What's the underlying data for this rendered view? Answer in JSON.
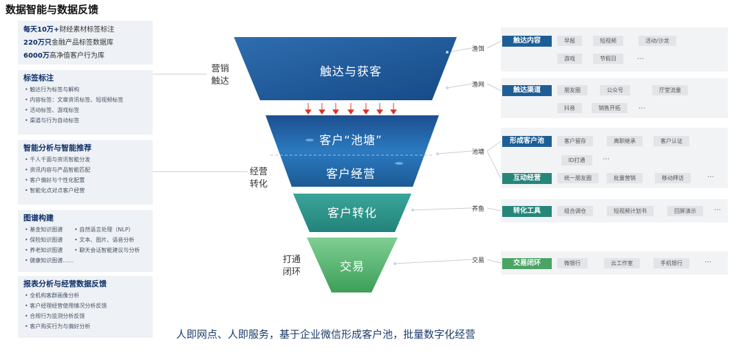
{
  "title": "数据智能与数据反馈",
  "left": {
    "stats": [
      {
        "bold": "每天10万+",
        "text": "财经素材标签标注"
      },
      {
        "bold": "220万只",
        "text": "金融产品标签数据库"
      },
      {
        "bold": "6000万",
        "text": "高净值客户行为库"
      }
    ],
    "sections": [
      {
        "title": "标签标注",
        "items": [
          "触达行为标签与解构",
          "内容标签：文章资讯标签、短视频标签",
          "活动标签、游戏标签",
          "渠道与行为自动标签"
        ]
      },
      {
        "title": "智能分析与智能推荐",
        "items": [
          "千人千面与资讯智能分发",
          "资讯内容与产品智能匹配",
          "客户偏好与个性化配置",
          "智能化点对点客户经营"
        ]
      },
      {
        "title": "图谱构建",
        "col1": [
          "基金知识图谱",
          "保险知识图谱",
          "养老知识图谱",
          "健康知识图谱……"
        ],
        "col2": [
          "自然语言处理（NLP）",
          "文本、图片、语音分析",
          "聊天会话智能建议与分析"
        ]
      },
      {
        "title": "报表分析与经营数据反馈",
        "items": [
          "全机构客群画像分析",
          "客户经理经营使用情况分析反馈",
          "合规行为监测分析反馈",
          "客户购买行为与偏好分析"
        ]
      }
    ]
  },
  "funnel": {
    "stages": [
      "触达与获客",
      "客户“池塘”",
      "客户经营",
      "客户转化",
      "交易"
    ],
    "phase_labels": [
      "营销\n触达",
      "经营\n转化",
      "打通\n闭环"
    ],
    "side_tags": [
      "渔饵",
      "渔网",
      "池塘",
      "养鱼",
      "交易"
    ]
  },
  "right": {
    "groups": [
      {
        "head": "触达内容",
        "chips": [
          "早报",
          "短视频",
          "活动/沙龙",
          "游戏",
          "节假日"
        ],
        "more": "…"
      },
      {
        "head": "触达渠道",
        "chips": [
          "朋友圈",
          "公众号",
          "厅堂流量",
          "抖音",
          "销售开拓"
        ],
        "more": "…"
      },
      {
        "head": "形成客户池",
        "chips": [
          "客户留存",
          "离职继承",
          "客户认证",
          "ID打通"
        ],
        "more": "…"
      },
      {
        "head": "互动经营",
        "chips": [
          "统一朋友圈",
          "批量营销",
          "移动拜访"
        ],
        "more": "…"
      },
      {
        "head": "转化工具",
        "chips": [
          "组合调仓",
          "短视频计划书",
          "回屏演示"
        ],
        "more": "…"
      },
      {
        "head": "交易闭环",
        "chips": [
          "微银行",
          "云工作室",
          "手机银行"
        ],
        "more": "…"
      }
    ]
  },
  "bottom_text": "人即网点、人即服务，基于企业微信形成客户池，批量数字化经营",
  "colors": {
    "dark_blue": "#1e5e96",
    "teal": "#27867a",
    "green": "#4aa464",
    "arrow_red": "#d9342b"
  }
}
